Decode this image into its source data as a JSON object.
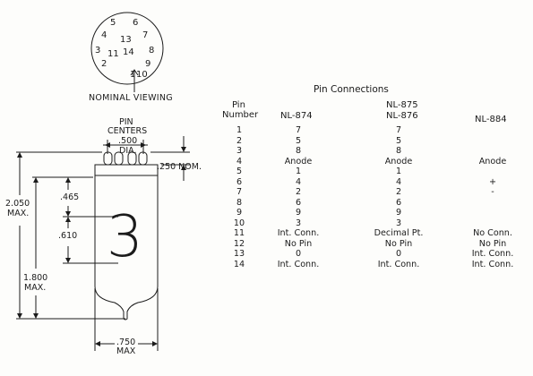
{
  "base_diagram": {
    "pin_labels": [
      "1",
      "2",
      "3",
      "4",
      "5",
      "6",
      "7",
      "8",
      "9",
      "10",
      "11",
      "13",
      "14"
    ],
    "caption": "NOMINAL VIEWING"
  },
  "tube_diagram": {
    "pin_centers_line1": "PIN",
    "pin_centers_line2": "CENTERS",
    "pin_centers_value": ".500",
    "pin_centers_dia": "DIA.",
    "pin_length": ".250 NOM.",
    "overall_length": "2.050",
    "overall_length_max": "MAX.",
    "body_length": "1.800",
    "body_length_max": "MAX.",
    "dim_465": ".465",
    "dim_610": ".610",
    "digit": "3",
    "width_value": ".750",
    "width_max": "MAX"
  },
  "table": {
    "title": "Pin Connections",
    "header_pin_line1": "Pin",
    "header_pin_line2": "Number",
    "header_c1": "NL-874",
    "header_c2_line1": "NL-875",
    "header_c2_line2": "NL-876",
    "header_c3": "NL-884",
    "rows": [
      {
        "pin": "1",
        "c1": "7",
        "c2": "7",
        "c3": ""
      },
      {
        "pin": "2",
        "c1": "5",
        "c2": "5",
        "c3": ""
      },
      {
        "pin": "3",
        "c1": "8",
        "c2": "8",
        "c3": ""
      },
      {
        "pin": "4",
        "c1": "Anode",
        "c2": "Anode",
        "c3": "Anode"
      },
      {
        "pin": "5",
        "c1": "1",
        "c2": "1",
        "c3": ""
      },
      {
        "pin": "6",
        "c1": "4",
        "c2": "4",
        "c3": "+"
      },
      {
        "pin": "7",
        "c1": "2",
        "c2": "2",
        "c3": "-"
      },
      {
        "pin": "8",
        "c1": "6",
        "c2": "6",
        "c3": ""
      },
      {
        "pin": "9",
        "c1": "9",
        "c2": "9",
        "c3": ""
      },
      {
        "pin": "10",
        "c1": "3",
        "c2": "3",
        "c3": ""
      },
      {
        "pin": "11",
        "c1": "Int. Conn.",
        "c2": "Decimal Pt.",
        "c3": "No Conn."
      },
      {
        "pin": "12",
        "c1": "No Pin",
        "c2": "No Pin",
        "c3": "No Pin"
      },
      {
        "pin": "13",
        "c1": "0",
        "c2": "0",
        "c3": "Int. Conn."
      },
      {
        "pin": "14",
        "c1": "Int. Conn.",
        "c2": "Int. Conn.",
        "c3": "Int. Conn."
      }
    ]
  }
}
